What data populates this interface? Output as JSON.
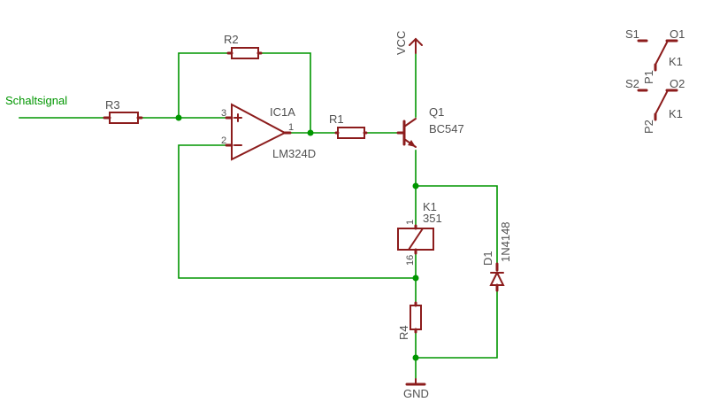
{
  "signal_label": "Schaltsignal",
  "resistors": {
    "r1": "R1",
    "r2": "R2",
    "r3": "R3",
    "r4": "R4"
  },
  "opamp": {
    "name": "IC1A",
    "value": "LM324D",
    "pin_plus": "3",
    "pin_minus": "2",
    "pin_out": "1"
  },
  "transistor": {
    "name": "Q1",
    "value": "BC547"
  },
  "relay": {
    "name": "K1",
    "value": "351",
    "pin_top": "1",
    "pin_bottom": "16"
  },
  "diode": {
    "name": "D1",
    "value": "1N4148"
  },
  "power": {
    "vcc": "VCC",
    "gnd": "GND"
  },
  "contacts": [
    {
      "s": "S1",
      "o": "O1",
      "p": "P1",
      "k": "K1"
    },
    {
      "s": "S2",
      "o": "O2",
      "p": "P2",
      "k": "K1"
    }
  ],
  "colors": {
    "wire": "#009600",
    "part": "#8c1c1c",
    "text": "#505050"
  }
}
